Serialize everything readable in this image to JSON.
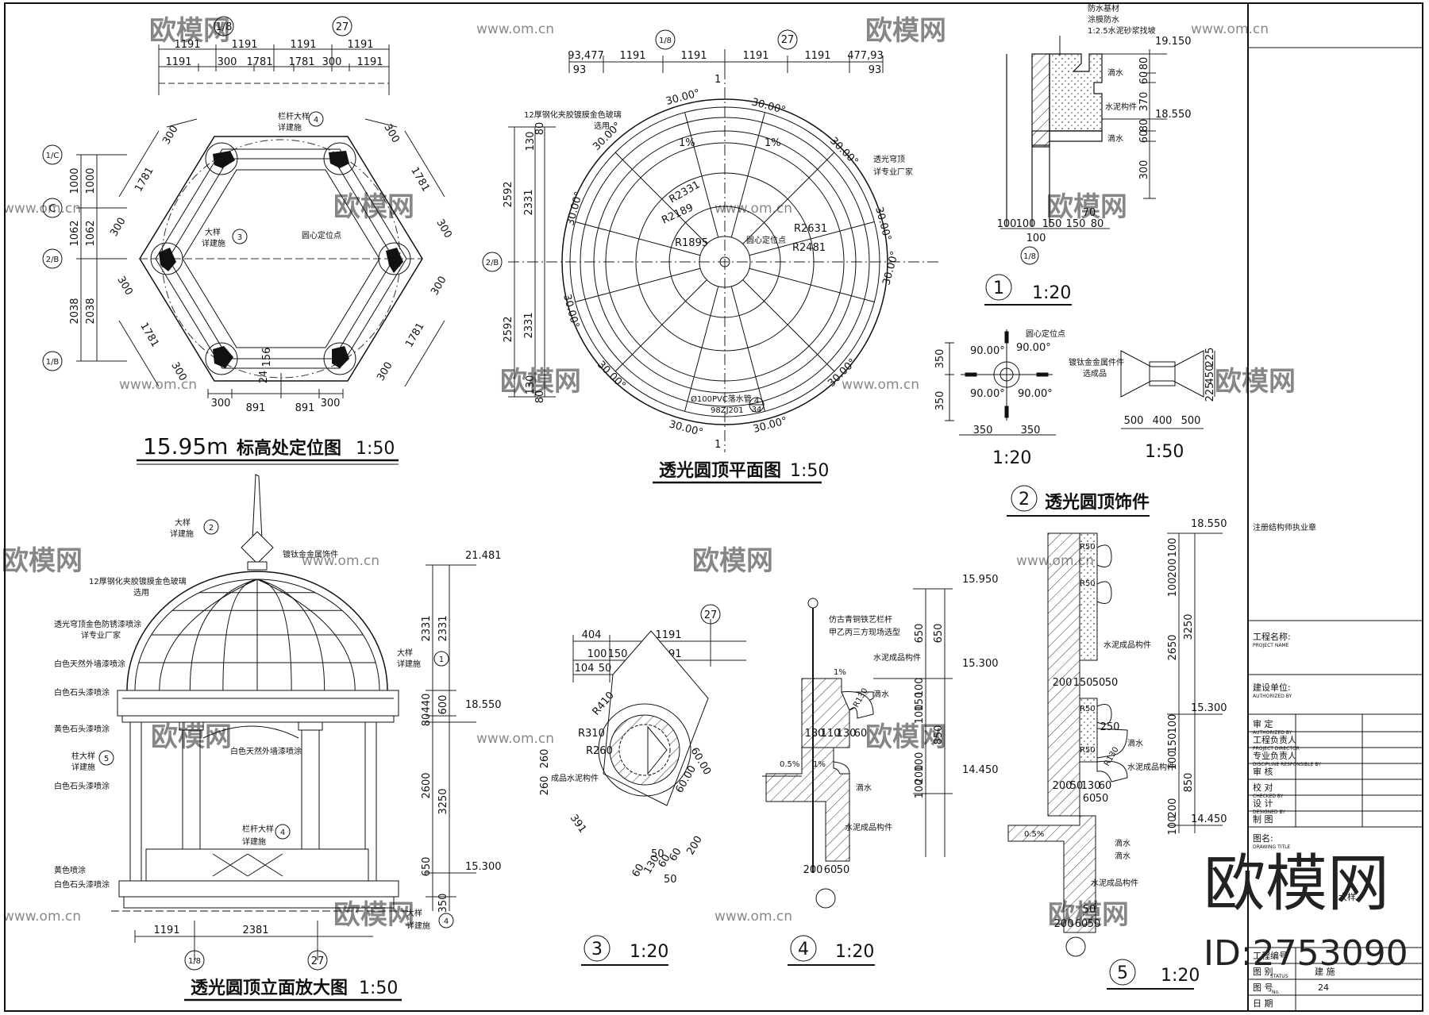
{
  "axis_labels": {
    "a27": "27",
    "a1_8": "1/8",
    "a1_c": "1/C",
    "a2_b": "2/B",
    "a1_b": "1/B",
    "aC": "C"
  },
  "plan_locating": {
    "title_elev": "15.95m",
    "title_text": "标高处定位图",
    "scale": "1:50",
    "dims_top_row1": [
      "1191",
      "1191",
      "1191",
      "1191"
    ],
    "dims_top_row2": [
      "1191",
      "300",
      "1781",
      "1781",
      "300",
      "1191"
    ],
    "dims_left_a": [
      "1000",
      "1062",
      "2038"
    ],
    "dims_left_b": [
      "1000",
      "1062",
      "2038"
    ],
    "dims_bottom": [
      "300",
      "891",
      "891",
      "300"
    ],
    "dims_side": [
      "300",
      "1781",
      "1781",
      "300",
      "300",
      "300",
      "1781",
      "1781",
      "300",
      "300",
      "300",
      "300"
    ],
    "dim_156": "156",
    "dim_24": "24",
    "note_railing": "栏杆大样",
    "note_railing_ref": "详建施",
    "note_railing_no": "4",
    "note_detail": "大样",
    "note_detail_ref": "详建施",
    "note_detail_no": "3",
    "note_center": "圆心定位点"
  },
  "plan_dome": {
    "title": "透光圆顶平面图",
    "scale": "1:50",
    "dims_top_row1": [
      "93,477",
      "1191",
      "1191",
      "1191",
      "1191",
      "477,93"
    ],
    "dims_top_row2": [
      "93",
      "93"
    ],
    "dims_left": [
      "2592",
      "2592"
    ],
    "dims_left_inner": [
      "2331",
      "2331"
    ],
    "dims_left_small": [
      "130",
      "80",
      "130",
      "80"
    ],
    "angles": [
      "30.00°",
      "30.00°",
      "30.00°",
      "30.00°",
      "30.00°",
      "30.00°",
      "30.00°",
      "30.00°",
      "30.00°",
      "30.00°",
      "30.00°",
      "30.00°"
    ],
    "radii": [
      "R2331",
      "R2189",
      "R1895",
      "R2631",
      "R2481"
    ],
    "note_glass": "12厚钢化夹胶镀膜金色玻璃",
    "note_glass_sub": "选用",
    "note_dome": "透光穹顶",
    "note_dome_sub": "详专业厂家",
    "note_center": "圆心定位点",
    "note_pipe": "Ø100PVC落水管",
    "note_pipe_ref": "98ZJ201",
    "note_pipe_no": "4",
    "note_pipe_pg": "34",
    "slope": "1%",
    "slope2": "1%",
    "cut": "1",
    "cut2": "1"
  },
  "detail1": {
    "num": "1",
    "scale": "1:20",
    "notes": [
      "防水基材",
      "涂膜防水",
      "1:2.5水泥砂浆找坡"
    ],
    "elev_top": "19.150",
    "elev_mid": "18.550",
    "dims_right": [
      "80",
      "60",
      "370",
      "80",
      "60",
      "300"
    ],
    "labels": [
      "滴水",
      "水泥构件",
      "滴水"
    ],
    "dims_bottom": [
      "100",
      "100",
      "150",
      "150",
      "80"
    ],
    "dim_70": "70",
    "dim_100": "100"
  },
  "detail2": {
    "num": "2",
    "title": "透光圆顶饰件",
    "scale_a": "1:20",
    "scale_b": "1:50",
    "angles": [
      "90.00°",
      "90.00°",
      "90.00°",
      "90.00°"
    ],
    "note_center": "圆心定位点",
    "note_metal": "镀钛金金属件件",
    "note_metal_sub": "选成品",
    "dims_left": [
      "350",
      "350"
    ],
    "dims_bottom_a": [
      "350",
      "350"
    ],
    "dims_bottom_b": [
      "500",
      "400",
      "500"
    ],
    "dims_right": [
      "225",
      "450",
      "225"
    ]
  },
  "elevation": {
    "title": "透光圆顶立面放大图",
    "scale": "1:50",
    "elev": [
      "21.481",
      "18.550",
      "15.300"
    ],
    "dims_right": [
      "2331",
      "2331",
      "600",
      "440",
      "80",
      "2600",
      "3250",
      "650",
      "350"
    ],
    "dims_bottom": [
      "1191",
      "2381"
    ],
    "notes_left": [
      "大样",
      "详建施",
      "12厚钢化夹胶镀膜金色玻璃",
      "选用",
      "透光穹顶金色防锈漆喷涂",
      "详专业厂家",
      "白色天然外墙漆喷涂",
      "白色石头漆喷涂",
      "黄色石头漆喷涂",
      "柱大样",
      "详建施",
      "白色石头漆喷涂",
      "黄色喷涂",
      "白色石头漆喷涂"
    ],
    "note_finial": "镀钛金金属饰件",
    "note_col": "白色天然外墙漆喷涂",
    "note_rail": "栏杆大样",
    "note_rail_ref": "详建施",
    "note_rail_no": "4",
    "tag_detail": "大样",
    "tag_detail_ref": "详建施",
    "tag_detail_no_top": "2",
    "tag_detail_no_mid": "1",
    "tag_col_no": "5",
    "tag_bot_no": "4"
  },
  "detail3": {
    "num": "3",
    "scale": "1:20",
    "dims_top": [
      "404",
      "1191"
    ],
    "dims_top2": [
      "100",
      "150",
      "1191"
    ],
    "dims_top3": [
      "104",
      "50"
    ],
    "radii": [
      "R410",
      "R310",
      "R260"
    ],
    "dims_left": [
      "260",
      "260"
    ],
    "dims_angled": [
      "60.00",
      "60.00"
    ],
    "dim_391": "391",
    "dims_bottom": [
      "60",
      "130",
      "60",
      "60",
      "200",
      "50",
      "50"
    ],
    "note": "成品水泥构件"
  },
  "detail4": {
    "num": "4",
    "scale": "1:20",
    "elev": [
      "15.950",
      "15.300",
      "14.450"
    ],
    "note_rail": "仿古青铜铁艺栏杆",
    "note_rail_sub": "甲乙丙三方现场选型",
    "notes": [
      "水泥成品构件",
      "滴水",
      "滴水",
      "水泥成品构件"
    ],
    "radius": "R130",
    "slope_a": "1%",
    "slope_b": "1%",
    "slope_c": "0.5%",
    "dims_right": [
      "650",
      "650",
      "100",
      "150",
      "100",
      "850",
      "100",
      "200",
      "100"
    ],
    "dims_inner": [
      "180",
      "110",
      "130",
      "60"
    ],
    "dims_bottom": [
      "200",
      "60",
      "50"
    ]
  },
  "detail5": {
    "num": "5",
    "scale": "1:20",
    "elev": [
      "18.550",
      "15.300",
      "14.450"
    ],
    "radii": [
      "R50",
      "R50",
      "R50",
      "R50",
      "R130"
    ],
    "dims_right_a": [
      "100",
      "200",
      "100",
      "2650",
      "3250",
      "100",
      "150",
      "100",
      "850",
      "200",
      "100"
    ],
    "dims_mid": [
      "200",
      "150",
      "50",
      "50"
    ],
    "dims_mid2": [
      "200",
      "50",
      "130",
      "60"
    ],
    "dims_small": [
      "250",
      "60",
      "50"
    ],
    "notes": [
      "水泥成品构件",
      "滴水",
      "水泥成品构件",
      "滴水",
      "滴水",
      "水泥成品构件"
    ],
    "slope": "0.5%",
    "dims_bottom": [
      "200",
      "60",
      "50"
    ],
    "dim_50": "50"
  },
  "title_block": {
    "seal_label": "注册结构师执业章",
    "rows": [
      {
        "cn": "工程名称:",
        "en": "PROJECT NAME"
      },
      {
        "cn": "建设单位:",
        "en": "AUTHORIZED BY"
      },
      {
        "cn": "审      定",
        "en": "AUTHORIZED BY"
      },
      {
        "cn": "工程负责人",
        "en": "PROJECT DIRECTOR"
      },
      {
        "cn": "专业负责人",
        "en": "DISCIPLINE RESPONSIBLE BY"
      },
      {
        "cn": "审      核",
        "en": ""
      },
      {
        "cn": "校      对",
        "en": "CHECKED BY"
      },
      {
        "cn": "设      计",
        "en": "DESIGNED BY"
      },
      {
        "cn": "制      图",
        "en": ""
      },
      {
        "cn": "图名:",
        "en": "DRAWING TITLE"
      }
    ],
    "project_no": "工程编号",
    "status_cn": "图      别",
    "status_en": "STATUS",
    "status_val": "建   施",
    "sheet_cn": "图      号",
    "sheet_en": "No.",
    "sheet_val": "24",
    "date_cn": "日      期",
    "drawing_name_tail": "大样"
  },
  "watermark": {
    "brand": "欧模网",
    "site": "www.om.cn",
    "id": "ID:2753090"
  }
}
